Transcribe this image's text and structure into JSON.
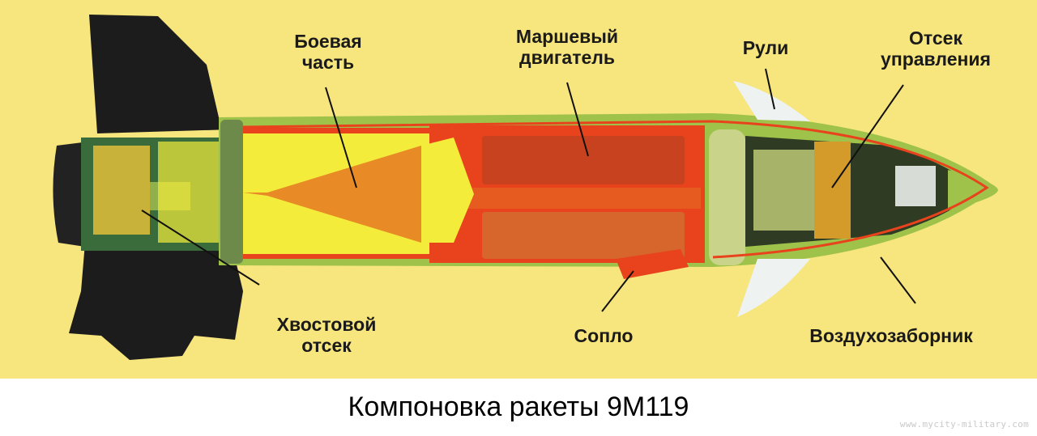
{
  "diagram": {
    "title": "Компоновка ракеты 9М119",
    "watermark": "www.mycity-military.com",
    "colors": {
      "background": "#f7e57d",
      "body_shell": "#9ec24a",
      "fuel_red": "#e8431c",
      "interior_yellow": "#f4ec3a",
      "fins_black": "#1c1c1c",
      "rudders_white": "#eef2f0"
    },
    "labels": [
      {
        "id": "warhead",
        "lines": [
          "Боевая",
          "часть"
        ]
      },
      {
        "id": "sustainer-engine",
        "lines": [
          "Маршевый",
          "двигатель"
        ]
      },
      {
        "id": "rudders",
        "lines": [
          "Рули"
        ]
      },
      {
        "id": "control-compartment",
        "lines": [
          "Отсек",
          "управления"
        ]
      },
      {
        "id": "tail-compartment",
        "lines": [
          "Хвостовой",
          "отсек"
        ]
      },
      {
        "id": "nozzle",
        "lines": [
          "Сопло"
        ]
      },
      {
        "id": "air-intake",
        "lines": [
          "Воздухозаборник"
        ]
      }
    ]
  }
}
